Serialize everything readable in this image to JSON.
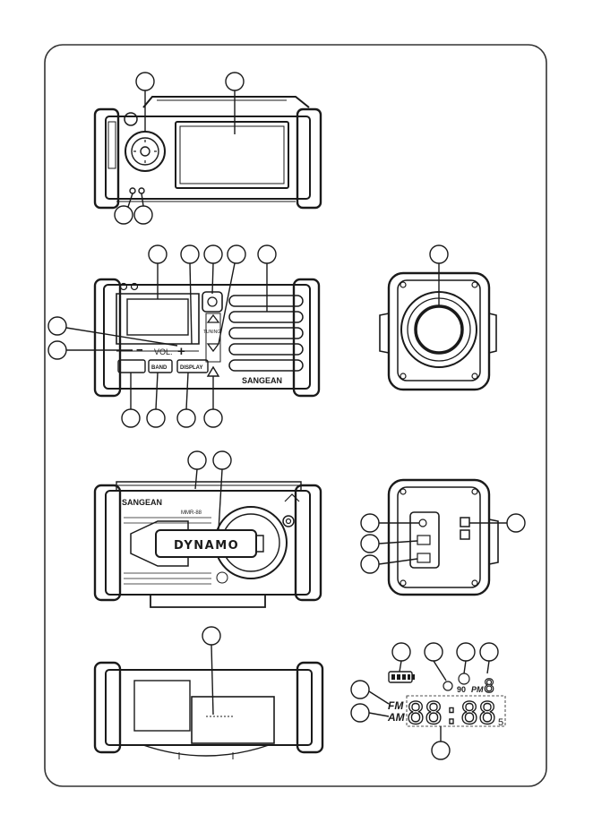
{
  "brand": "SANGEAN",
  "model_line": "MMR-88",
  "dynamo_label": "DYNAMO",
  "vol_label": "VOL.",
  "minus_sign": "−",
  "plus_sign": "+",
  "tuning_label": "TUNING",
  "band_label": "BAND",
  "display_label": "DISPLAY",
  "lcd": {
    "fm": "FM",
    "am": "AM",
    "time": "88:88",
    "pm": "PM",
    "ninety": "90",
    "seconds": "5",
    "digit": "8"
  },
  "colors": {
    "ink": "#1a1a1a",
    "frame": "#333333",
    "background": "#ffffff"
  }
}
